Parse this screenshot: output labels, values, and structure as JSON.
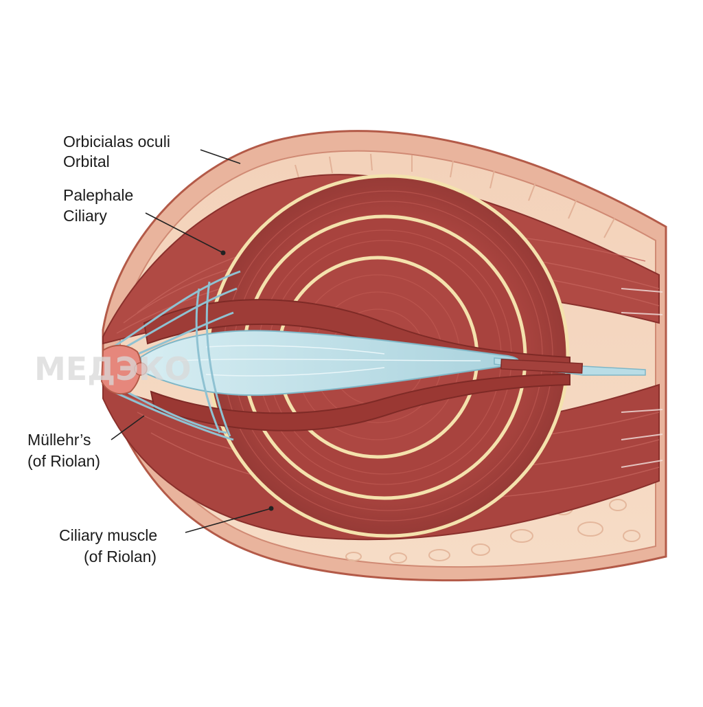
{
  "labels": {
    "orbicularis_line1": "Orbicialas oculi",
    "orbicularis_line2": "Orbital",
    "palpebral_line1": "Palephale",
    "palpebral_line2": "Ciliary",
    "muller_line1": "Müllehr’s",
    "muller_line2": "(of Riolan)",
    "ciliary_line1": "Ciliary muscle",
    "ciliary_line2": "(of Riolan)"
  },
  "watermark": "МЕДЭКО",
  "colors": {
    "muscle": "#b24a45",
    "muscle_dark": "#8e3430",
    "fat": "#f4d7c2",
    "skin": "#e6a58c",
    "ring": "#f7e7b4",
    "tarsus": "#bfe1ea"
  }
}
